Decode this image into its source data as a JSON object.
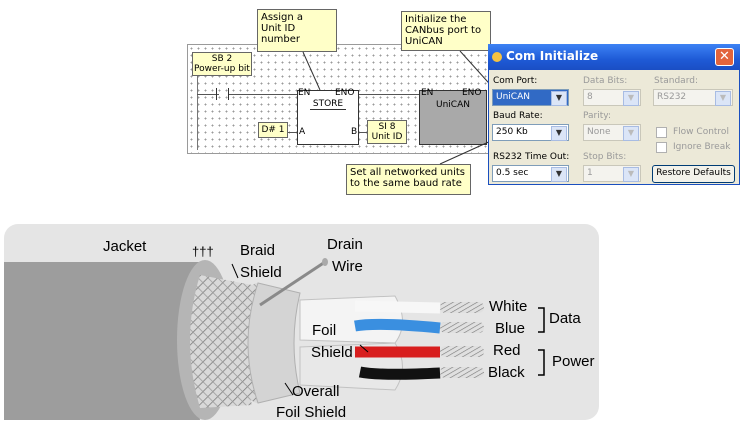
{
  "ladder": {
    "sb2_line1": "SB 2",
    "sb2_line2": "Power-up bit",
    "store_en": "EN",
    "store_eno": "ENO",
    "store_name": "STORE",
    "store_a": "A",
    "store_b": "B",
    "d1": "D# 1",
    "si8_line1": "SI 8",
    "si8_line2": "Unit ID",
    "unican_en": "EN",
    "unican_eno": "ENO",
    "unican_name": "UniCAN"
  },
  "callouts": {
    "assign_l1": "Assign a",
    "assign_l2": "Unit ID",
    "assign_l3": "number",
    "init_l1": "Initialize the",
    "init_l2": "CANbus port to",
    "init_l3": "UniCAN",
    "baud_l1": "Set all networked units",
    "baud_l2": "to the same baud rate"
  },
  "dialog": {
    "title": "Com Initialize",
    "close_glyph": "✕",
    "com_port_label": "Com Port:",
    "com_port_value": "UniCAN",
    "data_bits_label": "Data Bits:",
    "data_bits_value": "8",
    "standard_label": "Standard:",
    "standard_value": "RS232",
    "baud_rate_label": "Baud Rate:",
    "baud_rate_value": "250 Kb",
    "parity_label": "Parity:",
    "parity_value": "None",
    "flow_control_label": "Flow Control",
    "ignore_break_label": "Ignore Break",
    "timeout_label": "RS232 Time Out:",
    "timeout_value": "0.5 sec",
    "stop_bits_label": "Stop Bits:",
    "stop_bits_value": "1",
    "restore_button": "Restore Defaults",
    "arrow_glyph": "▼"
  },
  "cable": {
    "jacket": "Jacket",
    "daggers": "†††",
    "braid": "Braid",
    "shield": "Shield",
    "drain": "Drain",
    "wire": "Wire",
    "foil": "Foil",
    "foil_shield": "Shield",
    "overall1": "Overall",
    "overall2": "Foil Shield",
    "white": "White",
    "blue": "Blue",
    "red": "Red",
    "black": "Black",
    "data": "Data",
    "power": "Power"
  },
  "colors": {
    "callout_bg": "#ffffc8",
    "titlebar": "#1e5ad6",
    "cable_jacket": "#9d9d9d",
    "wire_blue": "#3a8fe0",
    "wire_red": "#d81e1e",
    "wire_black": "#111111"
  }
}
